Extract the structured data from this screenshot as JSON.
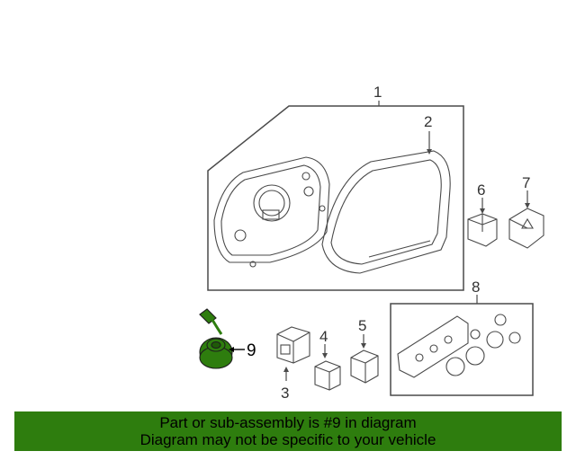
{
  "callouts": {
    "c1": "1",
    "c2": "2",
    "c3": "3",
    "c4": "4",
    "c5": "5",
    "c6": "6",
    "c7": "7",
    "c8": "8",
    "c9": "9"
  },
  "highlighted_part": "9",
  "colors": {
    "highlight": "#2e7d0e",
    "banner": "#2e7d0e",
    "line": "#4a4a4a"
  },
  "banner": {
    "line1": "Part or sub-assembly is #9 in diagram",
    "line2": "Diagram may not be specific to your vehicle"
  }
}
